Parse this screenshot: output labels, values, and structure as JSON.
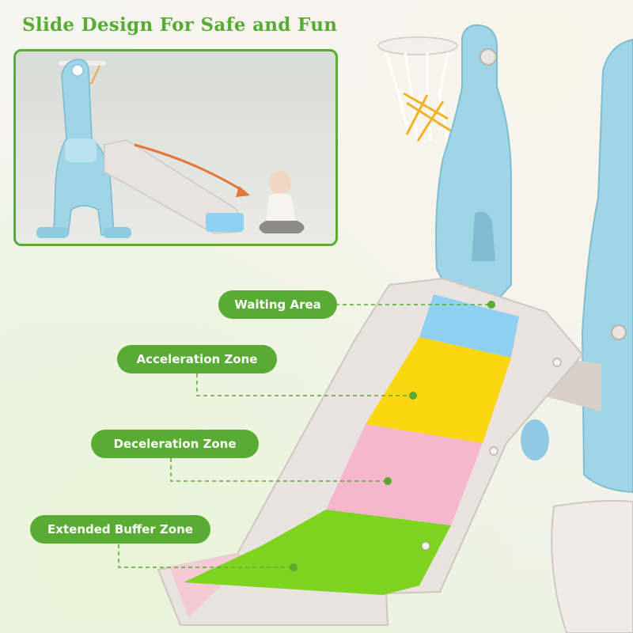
{
  "headline": "Slide Design For Safe and Fun",
  "zones": [
    {
      "label": "Waiting Area"
    },
    {
      "label": "Acceleration Zone"
    },
    {
      "label": "Deceleration Zone"
    },
    {
      "label": "Extended Buffer Zone"
    }
  ],
  "colors": {
    "accent_green": "#58ab33",
    "slide_blue": "#8fd0f0",
    "slide_yellow": "#fbd712",
    "slide_pink": "#f6b6cc",
    "slide_green": "#7ed321",
    "frame_blue": "#9fd4e6",
    "slide_rail": "#e9e3df"
  }
}
